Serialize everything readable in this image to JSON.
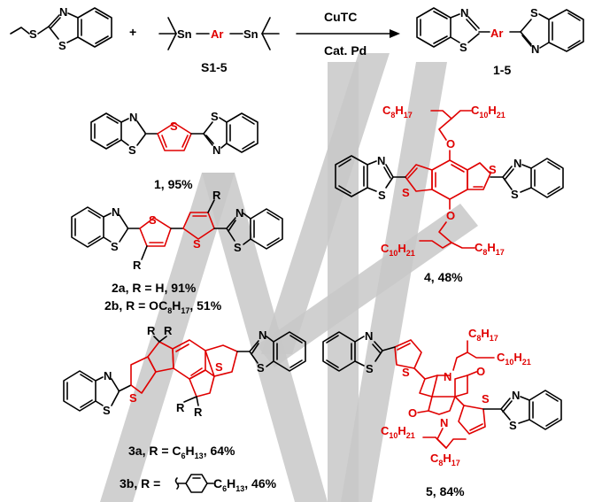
{
  "scheme": {
    "reagent_top": "CuTC",
    "reagent_bottom": "Cat. Pd",
    "plus": "+",
    "tin_reagent_label": "S1-5",
    "product_label": "1-5",
    "ar_label": "Ar"
  },
  "compounds": {
    "c1": "1, 95%",
    "c2a": "2a, R = H, 91%",
    "c2b_pre": "2b, R = OC",
    "c2b_sub1": "8",
    "c2b_mid": "H",
    "c2b_sub2": "17",
    "c2b_post": ", 51%",
    "c3a_pre": "3a, R = C",
    "c3a_sub1": "6",
    "c3a_mid": "H",
    "c3a_sub2": "13",
    "c3a_post": ", 64%",
    "c3b_pre": "3b, R =",
    "c3b_tail_pre": "C",
    "c3b_tail_sub1": "6",
    "c3b_tail_mid": "H",
    "c3b_tail_sub2": "13",
    "c3b_post": ", 46%",
    "c4": "4, 48%",
    "c5": "5, 84%"
  },
  "atoms": {
    "N": "N",
    "S": "S",
    "Sn": "Sn",
    "O": "O",
    "R": "R"
  },
  "chains": {
    "c8h17_C": "C",
    "c8h17_n": "8",
    "c8h17_H": "H",
    "c8h17_m": "17",
    "c10h21_C": "C",
    "c10h21_n": "10",
    "c10h21_H": "H",
    "c10h21_m": "21"
  },
  "colors": {
    "core": "#e00000",
    "ink": "#000000",
    "watermark": "#c8c8c8"
  }
}
